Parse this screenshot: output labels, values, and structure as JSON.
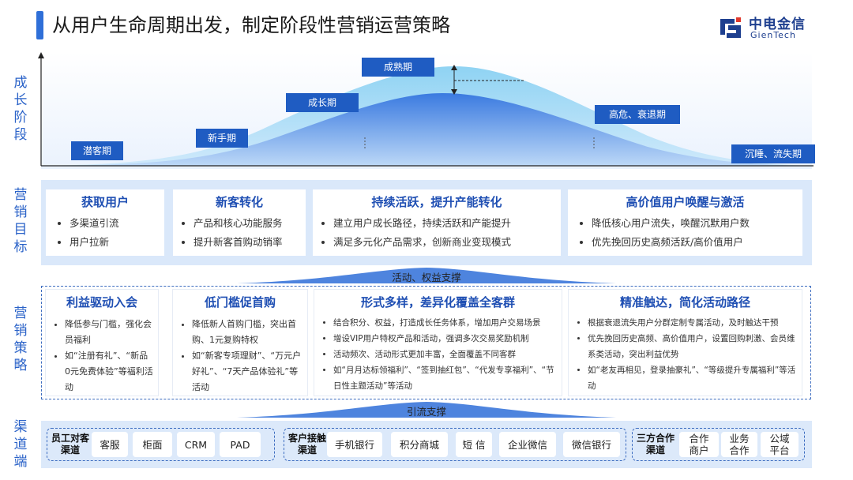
{
  "page": {
    "title": "从用户生命周期出发，制定阶段性营销运营策略"
  },
  "logo": {
    "cn": "中电金信",
    "en": "GienTech"
  },
  "side_labels": {
    "stage": "成长阶段",
    "goal": "营销目标",
    "strategy": "营销策略",
    "channel": "渠道端"
  },
  "stages": [
    "潜客期",
    "新手期",
    "成长期",
    "成熟期",
    "高危、衰退期",
    "沉睡、流失期"
  ],
  "goals": [
    {
      "title": "获取用户",
      "items": [
        "多渠道引流",
        "用户拉新"
      ]
    },
    {
      "title": "新客转化",
      "items": [
        "产品和核心功能服务",
        "提升新客首购动销率"
      ]
    },
    {
      "title": "持续活跃，提升产能转化",
      "items": [
        "建立用户成长路径，持续活跃和产能提升",
        "满足多元化产品需求，创新商业变现模式"
      ]
    },
    {
      "title": "高价值用户唤醒与激活",
      "items": [
        "降低核心用户流失，唤醒沉默用户数",
        "优先挽回历史高频活跃/高价值用户"
      ]
    }
  ],
  "support_labels": {
    "activity": "活动、权益支撑",
    "traffic": "引流支撑"
  },
  "strategies": [
    {
      "title": "利益驱动入会",
      "items": [
        "降低参与门槛，强化会员福利",
        "如“注册有礼”、“新品0元免费体验”等福利活动"
      ]
    },
    {
      "title": "低门槛促首购",
      "items": [
        "降低新人首购门槛，突出首购、1元复购特权",
        "如“新客专项理财”、“万元户好礼”、“7天产品体验礼”等活动"
      ]
    },
    {
      "title": "形式多样，差异化覆盖全客群",
      "items": [
        "结合积分、权益，打造成长任务体系，增加用户交易场景",
        "增设VIP用户特权产品和活动，强调多次交易奖励机制",
        "活动频次、活动形式更加丰富，全面覆盖不同客群",
        "如“月月达标领福利”、“签到抽红包”、“代发专享福利”、“节日性主题活动”等活动"
      ]
    },
    {
      "title": "精准触达，简化活动路径",
      "items": [
        "根据衰退流失用户分群定制专属活动，及时触达干预",
        "优先挽回历史高频、高价值用户，设置回购刺激、会员维系类活动，突出利益优势",
        "如“老友再相见，登录抽豪礼”、“等级提升专属福利”等活动"
      ]
    }
  ],
  "channels": {
    "group1": {
      "head": "员工对客渠道",
      "items": [
        "客服",
        "柜面",
        "CRM",
        "PAD"
      ]
    },
    "group2": {
      "head": "客户接触渠道",
      "items": [
        "手机银行",
        "积分商城",
        "短 信",
        "企业微信",
        "微信银行"
      ]
    },
    "group3": {
      "head": "三方合作渠道",
      "items": [
        "合作商户",
        "业务合作",
        "公域平台"
      ]
    }
  },
  "colors": {
    "primary": "#1f5cc2",
    "accent": "#2a62c8",
    "panel": "#dae8fa"
  }
}
